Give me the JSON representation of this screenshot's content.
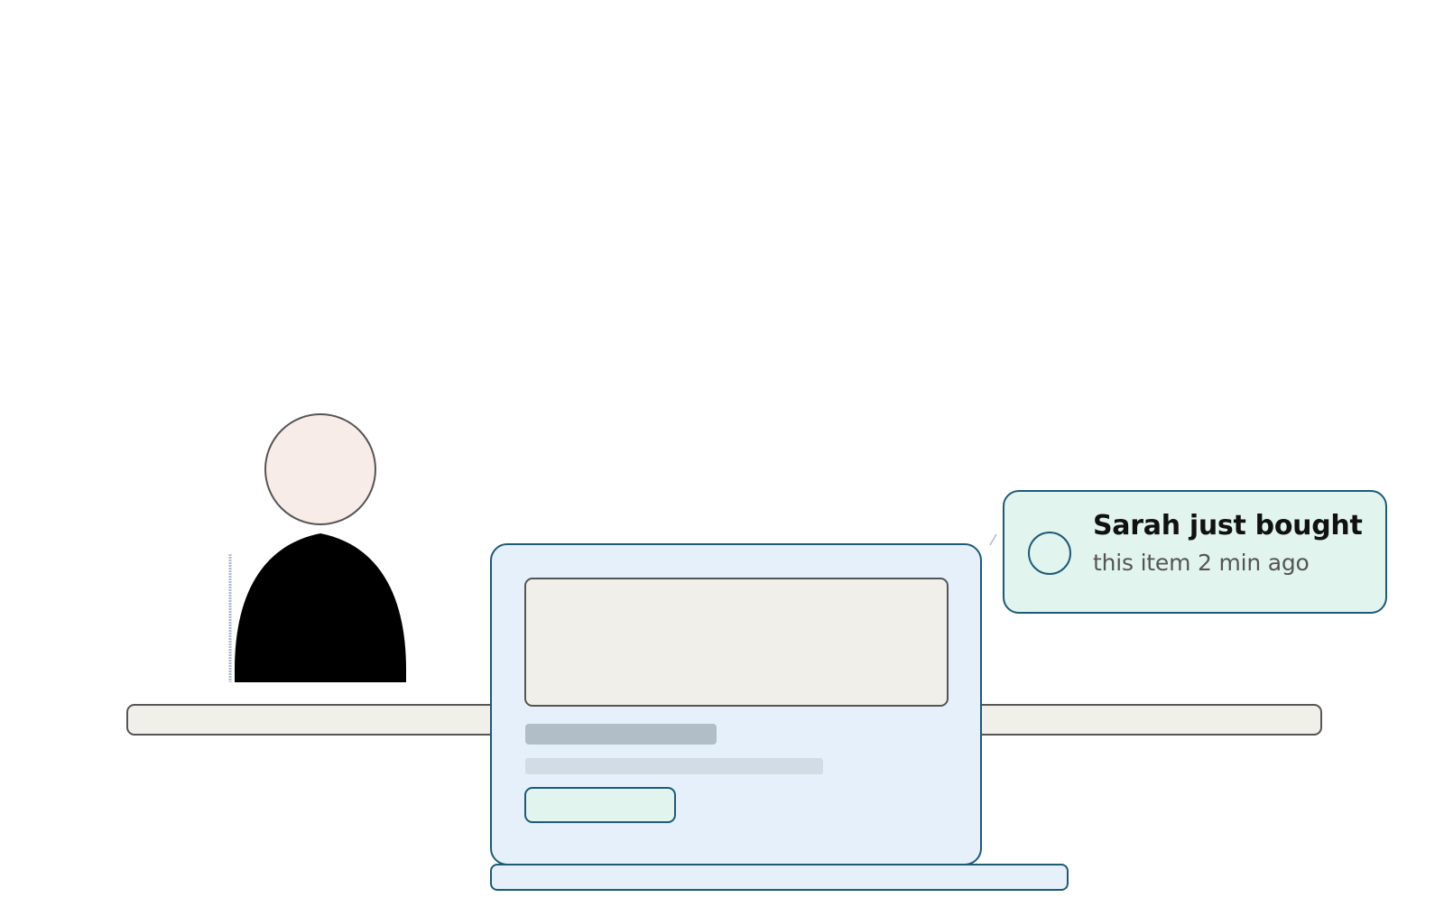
{
  "notification": {
    "title": "Sarah just bought",
    "subtitle": "this item 2 min ago"
  },
  "colors": {
    "outline_teal": "#1d5a78",
    "laptop_fill": "#e6f0fa",
    "toast_fill": "#e2f4ee",
    "desk_fill": "#f1efe9",
    "head_fill": "#f8ece8",
    "body_fill": "#000000"
  },
  "icons": {
    "person": "person-figure",
    "laptop": "laptop",
    "avatar": "avatar-circle"
  }
}
